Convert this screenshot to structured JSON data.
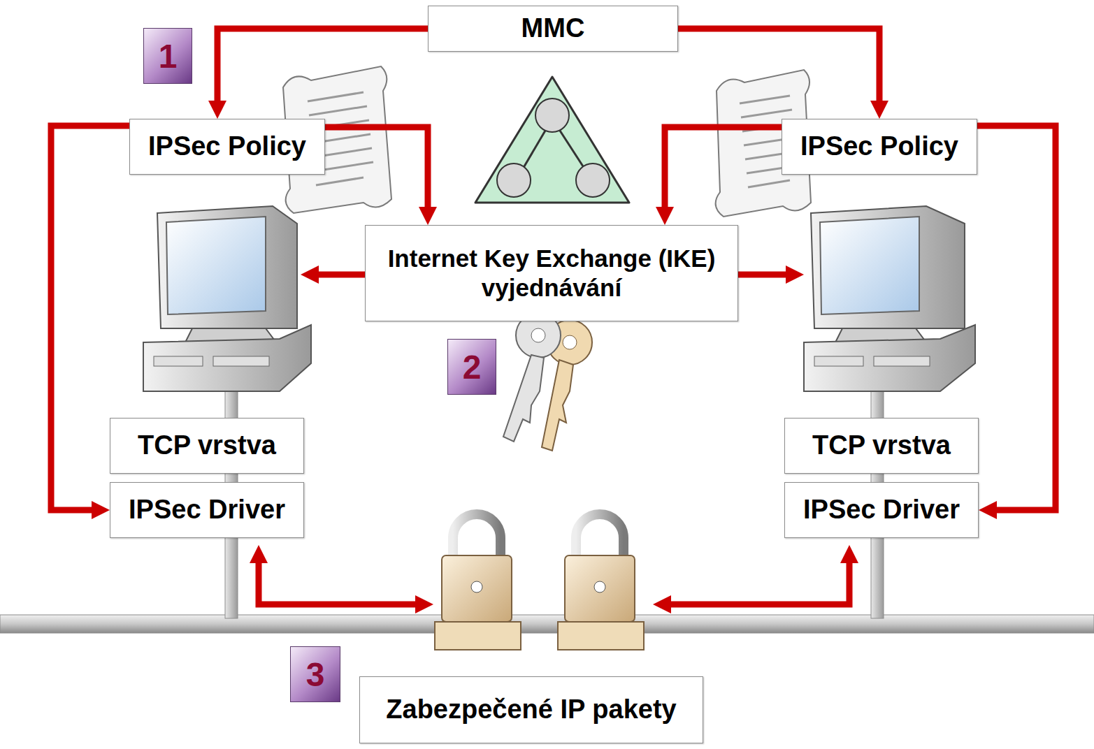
{
  "diagram": {
    "nodes": [
      {
        "text": [
          "MMC"
        ]
      },
      {
        "text": [
          "IPSec Policy"
        ]
      },
      {
        "text": [
          "IPSec Policy"
        ]
      },
      {
        "text": [
          "Internet Key Exchange (IKE) vyjednávání"
        ]
      },
      {
        "text": [
          "TCP vrstva"
        ]
      },
      {
        "text": [
          "IPSec Driver"
        ]
      },
      {
        "text": [
          "TCP vrstva"
        ]
      },
      {
        "text": [
          "IPSec Driver"
        ]
      },
      {
        "text": [
          "Zabezpečené IP pakety"
        ]
      }
    ],
    "edges": [
      {
        "from": 0,
        "to": 1,
        "arrow": "to"
      },
      {
        "from": 0,
        "to": 2,
        "arrow": "to"
      },
      {
        "from": 1,
        "to": 3,
        "arrow": "to"
      },
      {
        "from": 2,
        "to": 3,
        "arrow": "to"
      },
      {
        "from": 1,
        "to": 5,
        "arrow": "to"
      },
      {
        "from": 2,
        "to": 7,
        "arrow": "to"
      }
    ],
    "labels": [
      "1",
      "2",
      "3"
    ]
  }
}
